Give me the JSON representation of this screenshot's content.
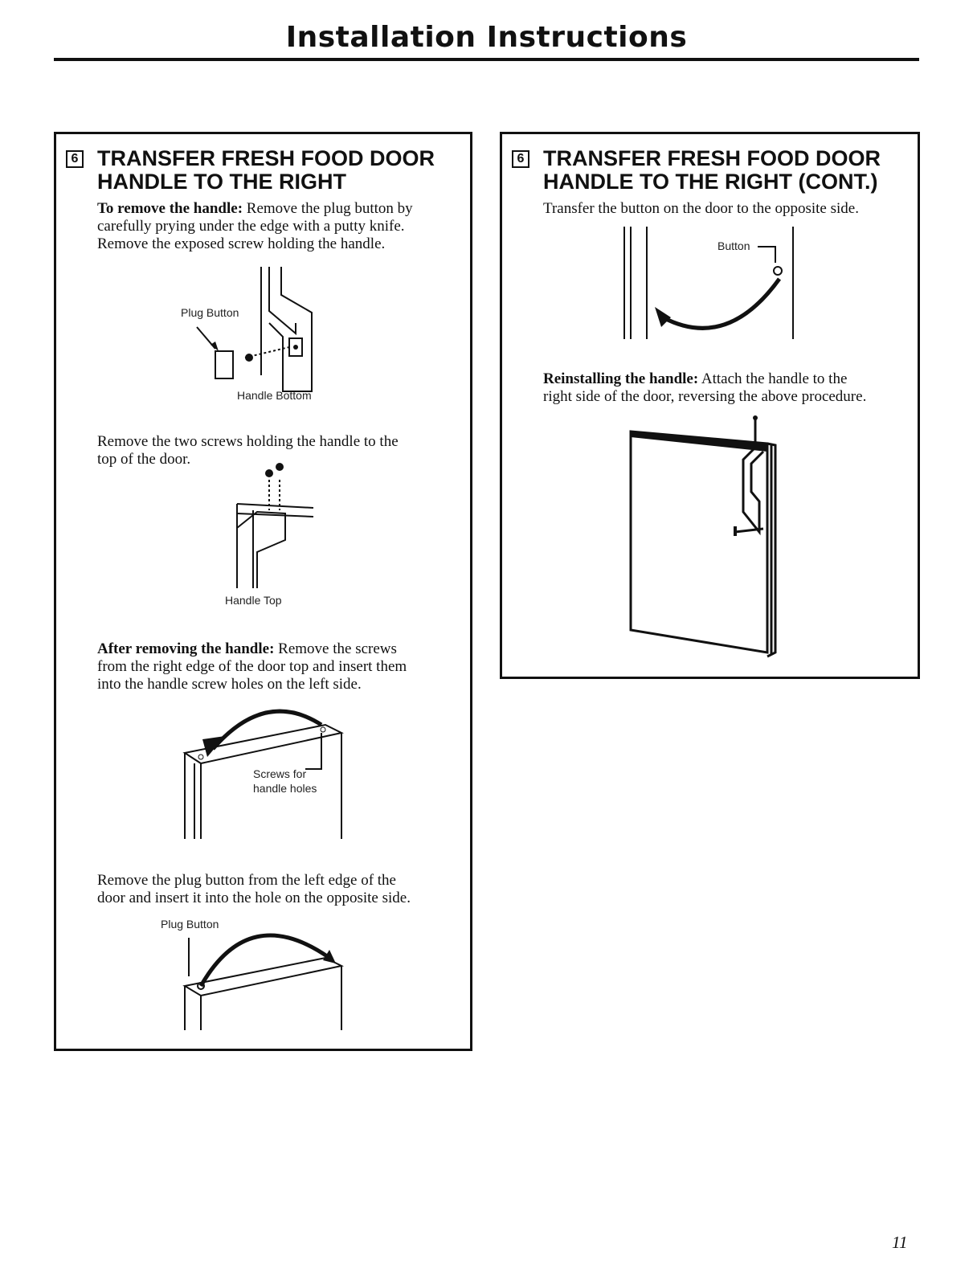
{
  "page": {
    "title": "Installation Instructions",
    "page_number": "11"
  },
  "left_panel": {
    "step_number": "6",
    "title_line1": "TRANSFER FRESH FOOD DOOR",
    "title_line2": "HANDLE TO THE RIGHT",
    "remove_label": "To remove the handle:",
    "remove_text_1": " Remove the plug button by",
    "remove_text_2": "carefully prying under the edge with a putty knife.",
    "remove_text_3": "Remove the exposed screw holding the handle.",
    "fig1_label_plug": "Plug Button",
    "fig1_label_bottom": "Handle Bottom",
    "screws_text_1": "Remove the two screws holding the handle to the",
    "screws_text_2": "top of the door.",
    "fig2_label_top": "Handle Top",
    "after_label": "After removing the handle:",
    "after_text_1": " Remove the screws",
    "after_text_2": "from the right edge of the door top and insert them",
    "after_text_3": "into the handle screw holes on the left side.",
    "fig3_label_1": "Screws for",
    "fig3_label_2": "handle holes",
    "plug_text_1": "Remove the plug button from the left edge of the",
    "plug_text_2": "door and insert it into the hole on the opposite side.",
    "fig4_label_plug": "Plug Button"
  },
  "right_panel": {
    "step_number": "6",
    "title_line1": "TRANSFER FRESH FOOD DOOR",
    "title_line2": "HANDLE TO THE RIGHT (CONT.)",
    "transfer_text": "Transfer the button on the door to the opposite side.",
    "fig5_label_button": "Button",
    "reinstall_label": "Reinstalling the handle:",
    "reinstall_text_1": " Attach the handle to the",
    "reinstall_text_2": "right side of the door, reversing the above procedure."
  }
}
